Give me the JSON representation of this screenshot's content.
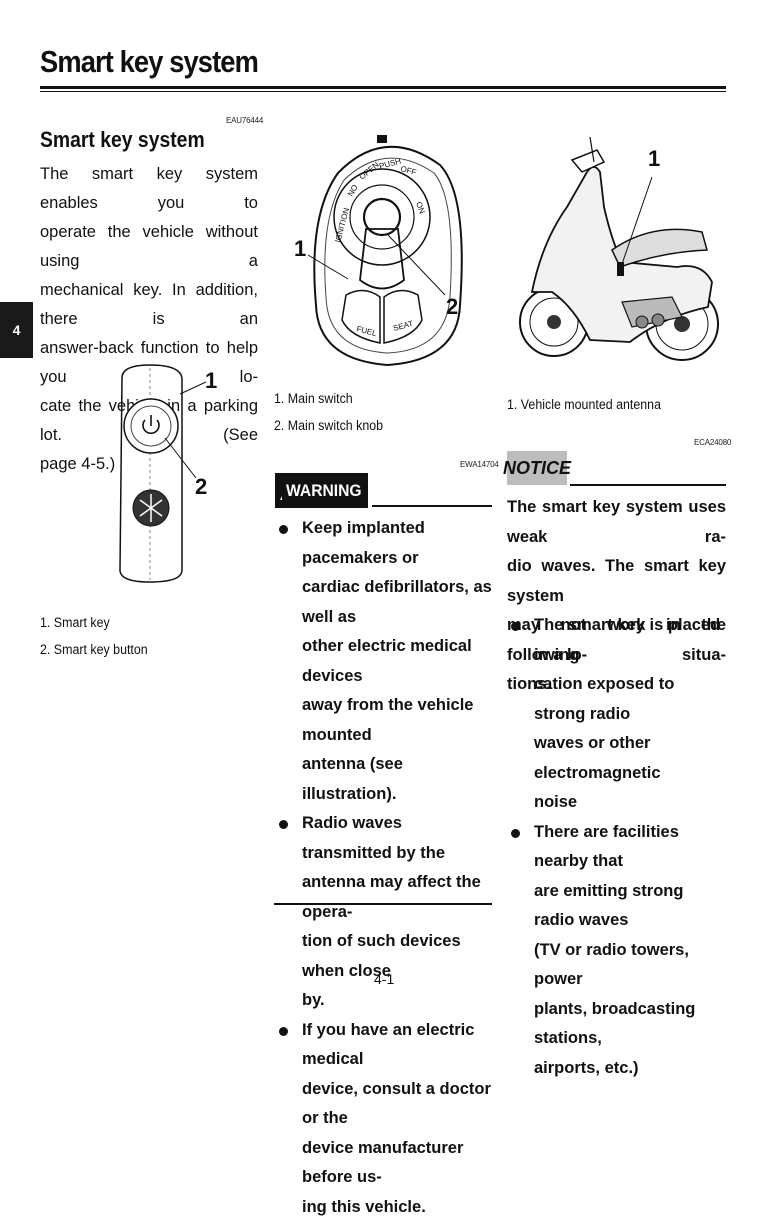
{
  "header": {
    "title": "Smart key system"
  },
  "chapter_tab": "4",
  "section": {
    "code": "EAU76444",
    "title": "Smart key system",
    "paragraph_lines": [
      "The smart key system enables you to",
      "operate the vehicle without using a",
      "mechanical key. In addition, there is an",
      "answer-back function to help you lo-",
      "cate the vehicle in a parking lot. (See",
      "page 4-5.)"
    ]
  },
  "smart_key_figure": {
    "labels": [
      "1",
      "2"
    ],
    "captions": [
      "1. Smart key",
      "2. Smart key button"
    ]
  },
  "main_switch_figure": {
    "labels": [
      "1",
      "2"
    ],
    "dial_text": [
      "IGNITION",
      "NO",
      "OPEN",
      "PUSH",
      "OFF",
      "ON",
      "FUEL",
      "SEAT"
    ],
    "captions": [
      "1. Main switch",
      "2. Main switch knob"
    ]
  },
  "scooter_figure": {
    "labels": [
      "1"
    ],
    "captions": [
      "1. Vehicle mounted antenna"
    ]
  },
  "warning": {
    "code": "EWA14704",
    "label": "WARNING",
    "items": [
      [
        "Keep implanted pacemakers or",
        "cardiac defibrillators, as well as",
        "other electric medical devices",
        "away from the vehicle mounted",
        "antenna (see illustration)."
      ],
      [
        "Radio waves transmitted by the",
        "antenna may affect the opera-",
        "tion of such devices when close",
        "by."
      ],
      [
        "If you have an electric medical",
        "device, consult a doctor or the",
        "device manufacturer before us-",
        "ing this vehicle."
      ]
    ]
  },
  "notice": {
    "code": "ECA24080",
    "label": "NOTICE",
    "intro_lines": [
      "The smart key system uses weak ra-",
      "dio waves. The smart key system",
      "may not work in the following situa-",
      "tions."
    ],
    "items": [
      [
        "The smart key is placed in a lo-",
        "cation exposed to strong radio",
        "waves or other electromagnetic",
        "noise"
      ],
      [
        "There are facilities nearby that",
        "are emitting strong radio waves",
        "(TV or radio towers, power",
        "plants, broadcasting stations,",
        "airports, etc.)"
      ]
    ]
  },
  "footer": {
    "page_number": "4-1"
  }
}
